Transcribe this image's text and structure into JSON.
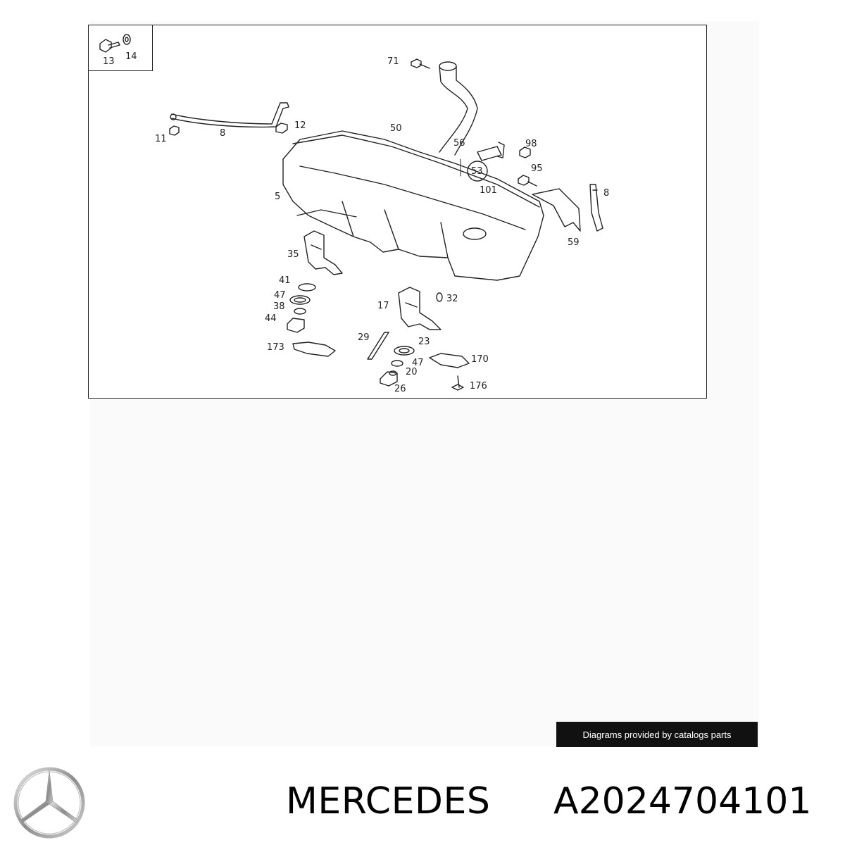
{
  "diagram": {
    "callouts": [
      {
        "id": "13",
        "label": "13"
      },
      {
        "id": "14",
        "label": "14"
      },
      {
        "id": "71",
        "label": "71"
      },
      {
        "id": "11",
        "label": "11"
      },
      {
        "id": "8a",
        "label": "8"
      },
      {
        "id": "12",
        "label": "12"
      },
      {
        "id": "50",
        "label": "50"
      },
      {
        "id": "56",
        "label": "56"
      },
      {
        "id": "98",
        "label": "98"
      },
      {
        "id": "53",
        "label": "53"
      },
      {
        "id": "95",
        "label": "95"
      },
      {
        "id": "101",
        "label": "101"
      },
      {
        "id": "5",
        "label": "5"
      },
      {
        "id": "8b",
        "label": "8"
      },
      {
        "id": "59",
        "label": "59"
      },
      {
        "id": "35",
        "label": "35"
      },
      {
        "id": "41",
        "label": "41"
      },
      {
        "id": "47a",
        "label": "47"
      },
      {
        "id": "38",
        "label": "38"
      },
      {
        "id": "44",
        "label": "44"
      },
      {
        "id": "32",
        "label": "32"
      },
      {
        "id": "17",
        "label": "17"
      },
      {
        "id": "29",
        "label": "29"
      },
      {
        "id": "23",
        "label": "23"
      },
      {
        "id": "173",
        "label": "173"
      },
      {
        "id": "170",
        "label": "170"
      },
      {
        "id": "47b",
        "label": "47"
      },
      {
        "id": "20",
        "label": "20"
      },
      {
        "id": "26",
        "label": "26"
      },
      {
        "id": "176",
        "label": "176"
      }
    ]
  },
  "credit": {
    "text": "Diagrams provided by catalogs parts"
  },
  "brand": {
    "name": "MERCEDES",
    "logo_icon": "mercedes-star-icon"
  },
  "part": {
    "number": "A2024704101"
  }
}
